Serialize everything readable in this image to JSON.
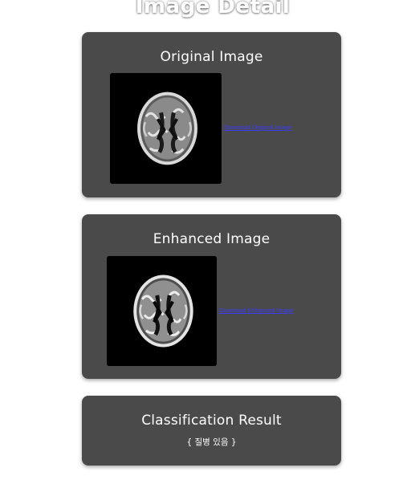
{
  "page": {
    "title": "Image Detail"
  },
  "original": {
    "heading": "Original Image",
    "image_icon": "brain-mri-icon",
    "download_label": "Download Original Image"
  },
  "enhanced": {
    "heading": "Enhanced Image",
    "image_icon": "brain-mri-icon",
    "download_label": "Download Enhanced Image"
  },
  "result": {
    "heading": "Classification Result",
    "value": "{ 질병 있음 }"
  },
  "colors": {
    "card_background": "#4a4a4a",
    "link": "#3b3bff",
    "text": "#ffffff"
  }
}
